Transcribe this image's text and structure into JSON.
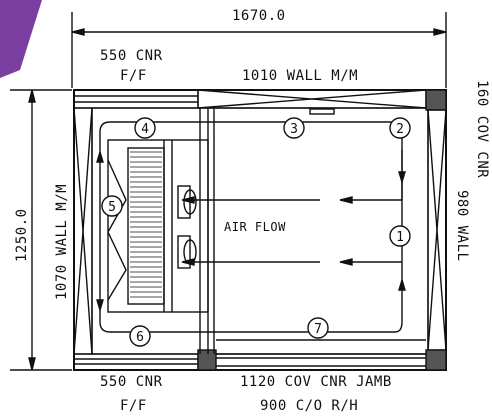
{
  "dimensions": {
    "overall_width": "1670.0",
    "overall_height": "1250.0"
  },
  "labels": {
    "top_left_cnr": "550 CNR",
    "top_left_ff": "F/F",
    "top_wall": "1010 WALL M/M",
    "right_cnr": "160 COV CNR",
    "right_wall": "980 WALL",
    "left_wall": "1070 WALL M/M",
    "bottom_left_cnr": "550 CNR",
    "bottom_left_ff": "F/F",
    "bottom_jamb": "1120 COV CNR JAMB",
    "bottom_co": "900 C/O R/H",
    "air_flow": "AIR FLOW"
  },
  "markers": [
    "1",
    "2",
    "3",
    "4",
    "5",
    "6",
    "7"
  ],
  "colors": {
    "ink": "#111111",
    "accent": "#7b3fa0"
  }
}
